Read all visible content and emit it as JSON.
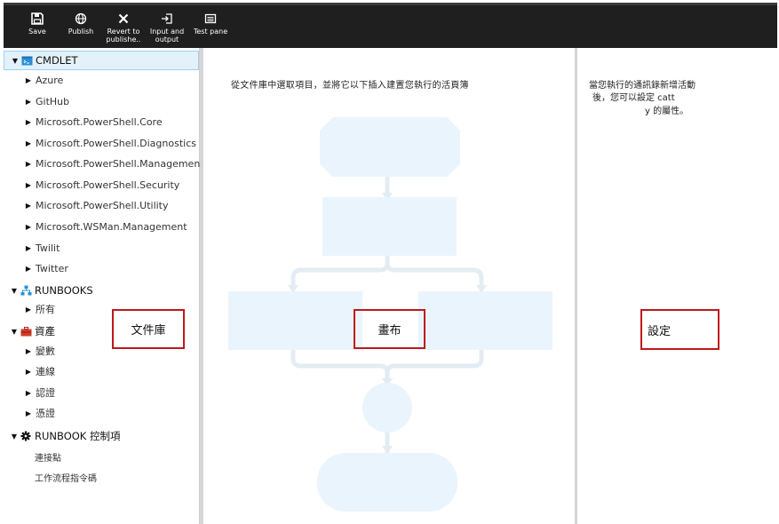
{
  "toolbar": {
    "save": "Save",
    "publish": "Publish",
    "revert_line1": "Revert to",
    "revert_line2": "publishe..",
    "io_line1": "Input and",
    "io_line2": "output",
    "test_pane": "Test pane"
  },
  "library": {
    "cmdlet": {
      "label": "CMDLET",
      "items": [
        "Azure",
        "GitHub",
        "Microsoft.PowerShell.Core",
        "Microsoft.PowerShell.Diagnostics",
        "Microsoft.PowerShell.Management",
        "Microsoft.PowerShell.Security",
        "Microsoft.PowerShell.Utility",
        "Microsoft.WSMan.Management",
        "Twilit",
        "Twitter"
      ]
    },
    "runbooks": {
      "label": "RUNBOOKS",
      "items": [
        "所有"
      ]
    },
    "assets": {
      "label": "資產",
      "items": [
        "變數",
        "連線",
        "認證",
        "憑證"
      ]
    },
    "controls": {
      "label": "RUNBOOK 控制項",
      "items": [
        "連接點",
        "工作流程指令碼"
      ]
    }
  },
  "canvas": {
    "hint": "從文件庫中選取項目，並將它以下插入建置您執行的活頁簿"
  },
  "settings": {
    "hint_line1": "當您執行的通訊錄新增活動",
    "hint_line2": "後，您可以設定 catt",
    "hint_line3": "y 的屬性。"
  },
  "callouts": {
    "library": "文件庫",
    "canvas": "畫布",
    "settings": "設定"
  },
  "colors": {
    "toolbar_bg": "#1f1f1f",
    "shape_fill": "#eaf4fc",
    "connector": "#e3ecf3",
    "callout_border": "#c01818",
    "selected_bg": "#e3f1fb"
  }
}
